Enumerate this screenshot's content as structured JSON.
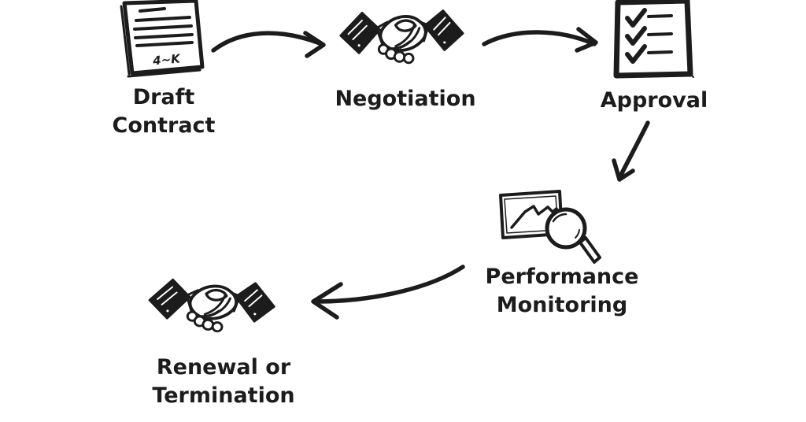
{
  "colors": {
    "background": "#ffffff",
    "ink": "#1c1c1c"
  },
  "diagram": {
    "type": "flowchart",
    "nodes": [
      {
        "id": "draft-contract",
        "label": "Draft Contract",
        "lines": [
          "Draft",
          "Contract"
        ],
        "icon": "contract-document-icon",
        "signature": "4~K"
      },
      {
        "id": "negotiation",
        "label": "Negotiation",
        "lines": [
          "Negotiation"
        ],
        "icon": "handshake-icon"
      },
      {
        "id": "approval",
        "label": "Approval",
        "lines": [
          "Approval"
        ],
        "icon": "checklist-icon"
      },
      {
        "id": "performance-monitoring",
        "label": "Performance Monitoring",
        "lines": [
          "Performance",
          "Monitoring"
        ],
        "icon": "chart-magnifier-icon"
      },
      {
        "id": "renewal-or-termination",
        "label": "Renewal or Termination",
        "lines": [
          "Renewal or",
          "Termination"
        ],
        "icon": "handshake-icon"
      }
    ],
    "edges": [
      {
        "from": "draft-contract",
        "to": "negotiation"
      },
      {
        "from": "negotiation",
        "to": "approval"
      },
      {
        "from": "approval",
        "to": "performance-monitoring"
      },
      {
        "from": "performance-monitoring",
        "to": "renewal-or-termination"
      }
    ]
  }
}
